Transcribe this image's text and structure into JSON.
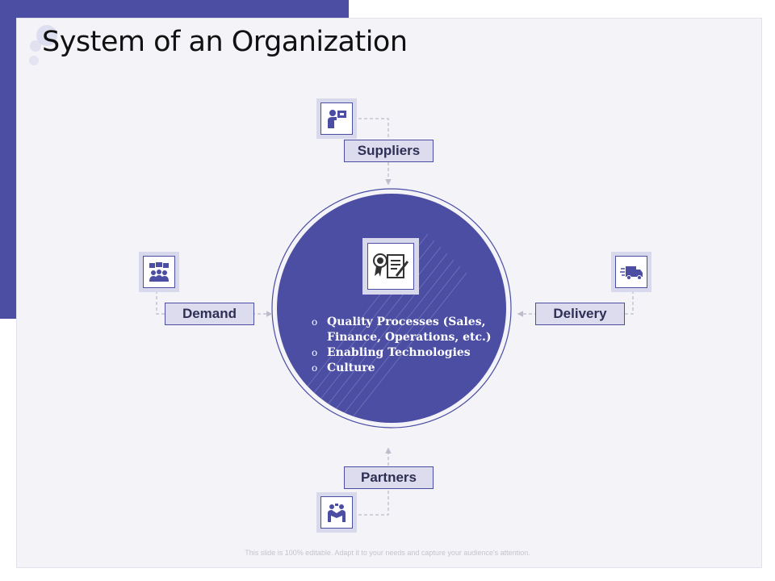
{
  "title": "System of an Organization",
  "nodes": {
    "suppliers": {
      "label": "Suppliers",
      "icon": "presenter-icon"
    },
    "demand": {
      "label": "Demand",
      "icon": "team-network-icon"
    },
    "delivery": {
      "label": "Delivery",
      "icon": "delivery-truck-icon"
    },
    "partners": {
      "label": "Partners",
      "icon": "handshake-icon"
    }
  },
  "center": {
    "icon": "certificate-icon",
    "items": [
      "Quality Processes (Sales, Finance, Operations, etc.)",
      "Enabling Technologies",
      "Culture"
    ],
    "bullet_glyph": "o"
  },
  "footer": "This slide is 100% editable. Adapt it to your needs and capture your audience's attention.",
  "colors": {
    "accent": "#4b4ea3",
    "label_fill": "#dcdcee",
    "icon_fill": "#d9d9ee",
    "background": "#f3f3f8"
  }
}
